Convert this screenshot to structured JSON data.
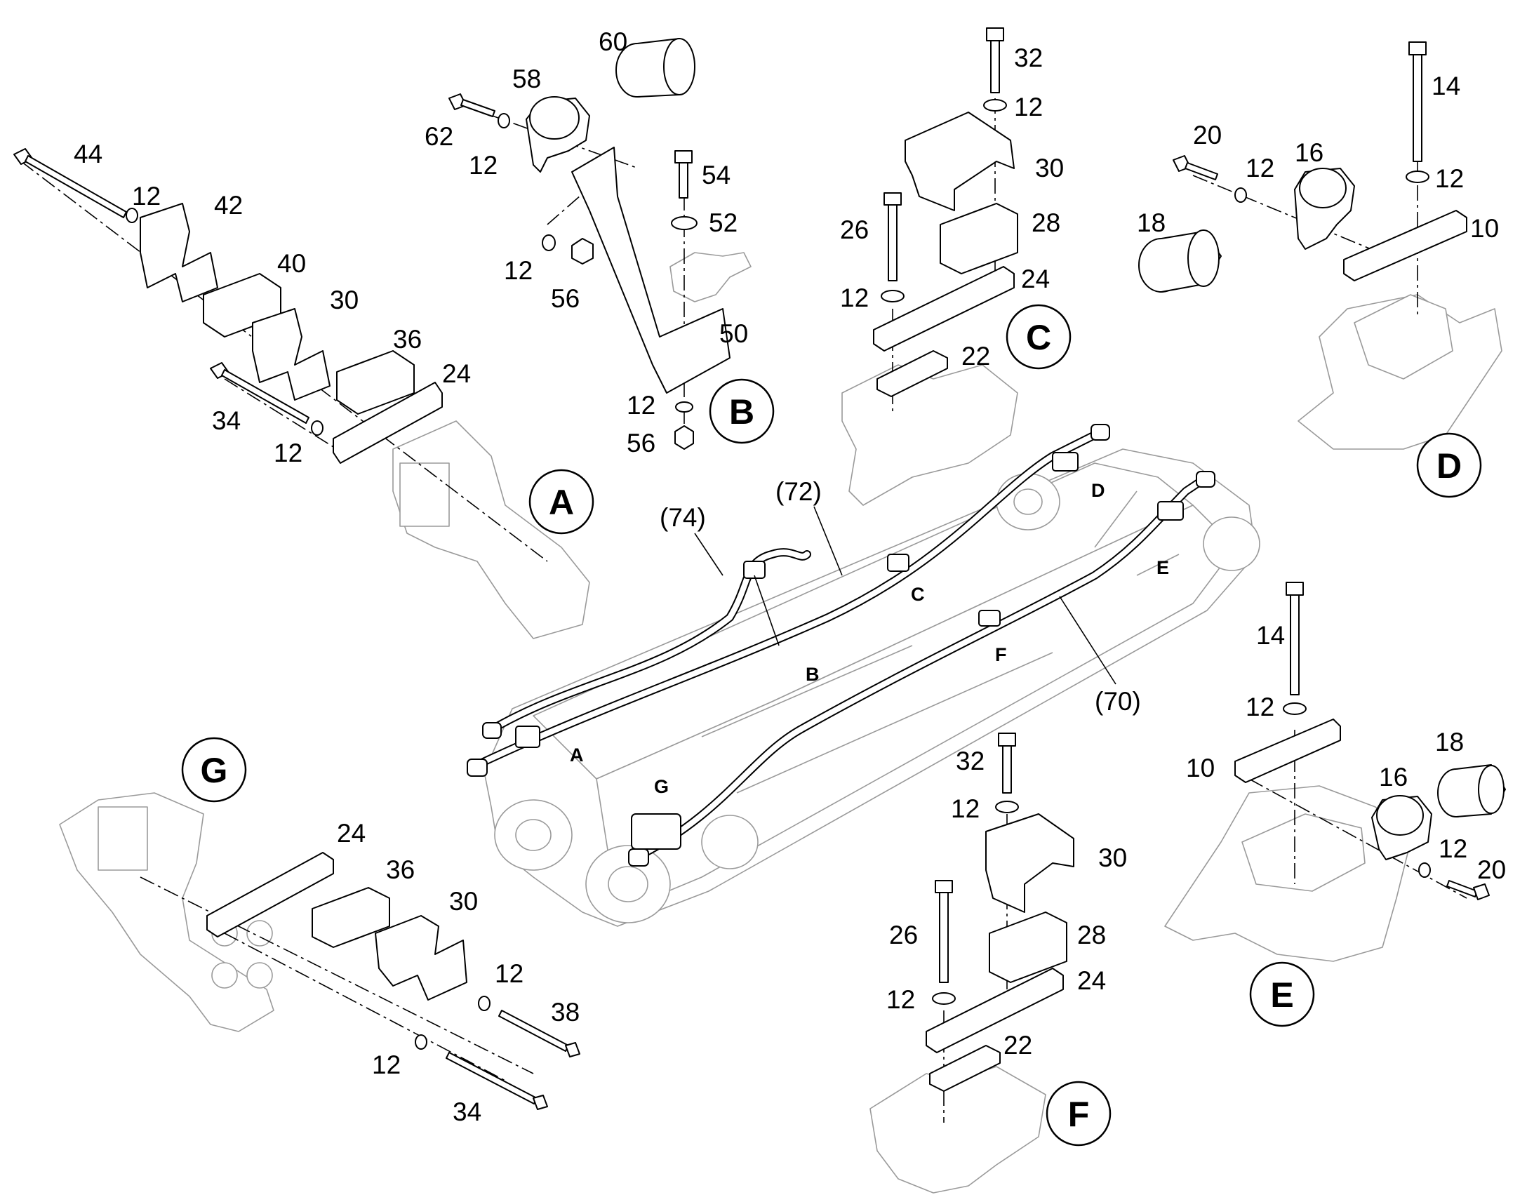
{
  "detail_badges": {
    "A": "A",
    "B": "B",
    "C": "C",
    "D": "D",
    "E": "E",
    "F": "F",
    "G": "G"
  },
  "boom_zone_labels": {
    "A": "A",
    "B": "B",
    "C": "C",
    "D": "D",
    "E": "E",
    "F": "F",
    "G": "G"
  },
  "hose_labels": {
    "h70": "(70)",
    "h72": "(72)",
    "h74": "(74)"
  },
  "detail_a": {
    "bolt_long": "44",
    "washer_top": "12",
    "clamp_upper": "42",
    "spacer_upper": "40",
    "clamp_lower": "30",
    "spacer_lower": "36",
    "plate": "24",
    "bolt_short": "34",
    "washer_bottom": "12"
  },
  "detail_b": {
    "sleeve": "60",
    "clamp": "58",
    "bolt": "62",
    "washer_left": "12",
    "bolt_right": "54",
    "washer_right": "52",
    "washer_nut": "12",
    "nut": "56",
    "bracket": "50",
    "washer_bottom": "12",
    "nut_bottom": "56"
  },
  "detail_c": {
    "bolt": "32",
    "washer": "12",
    "clamp": "30",
    "spacer": "28",
    "bolt_left": "26",
    "plate": "24",
    "washer_left": "12",
    "base_plate": "22"
  },
  "detail_d": {
    "bolt": "14",
    "bolt_small": "20",
    "washer_left": "12",
    "clamp": "16",
    "washer_right": "12",
    "sleeve": "18",
    "plate": "10"
  },
  "detail_e": {
    "bolt": "14",
    "washer": "12",
    "plate": "10",
    "sleeve": "18",
    "clamp": "16",
    "washer_bottom": "12",
    "bolt_small": "20"
  },
  "detail_f": {
    "bolt": "32",
    "washer": "12",
    "clamp": "30",
    "spacer": "28",
    "bolt_left": "26",
    "plate": "24",
    "washer_left": "12",
    "base_plate": "22"
  },
  "detail_g": {
    "plate": "24",
    "spacer": "36",
    "clamp": "30",
    "washer_right": "12",
    "bolt_right": "38",
    "washer_bottom": "12",
    "bolt_bottom": "34"
  }
}
